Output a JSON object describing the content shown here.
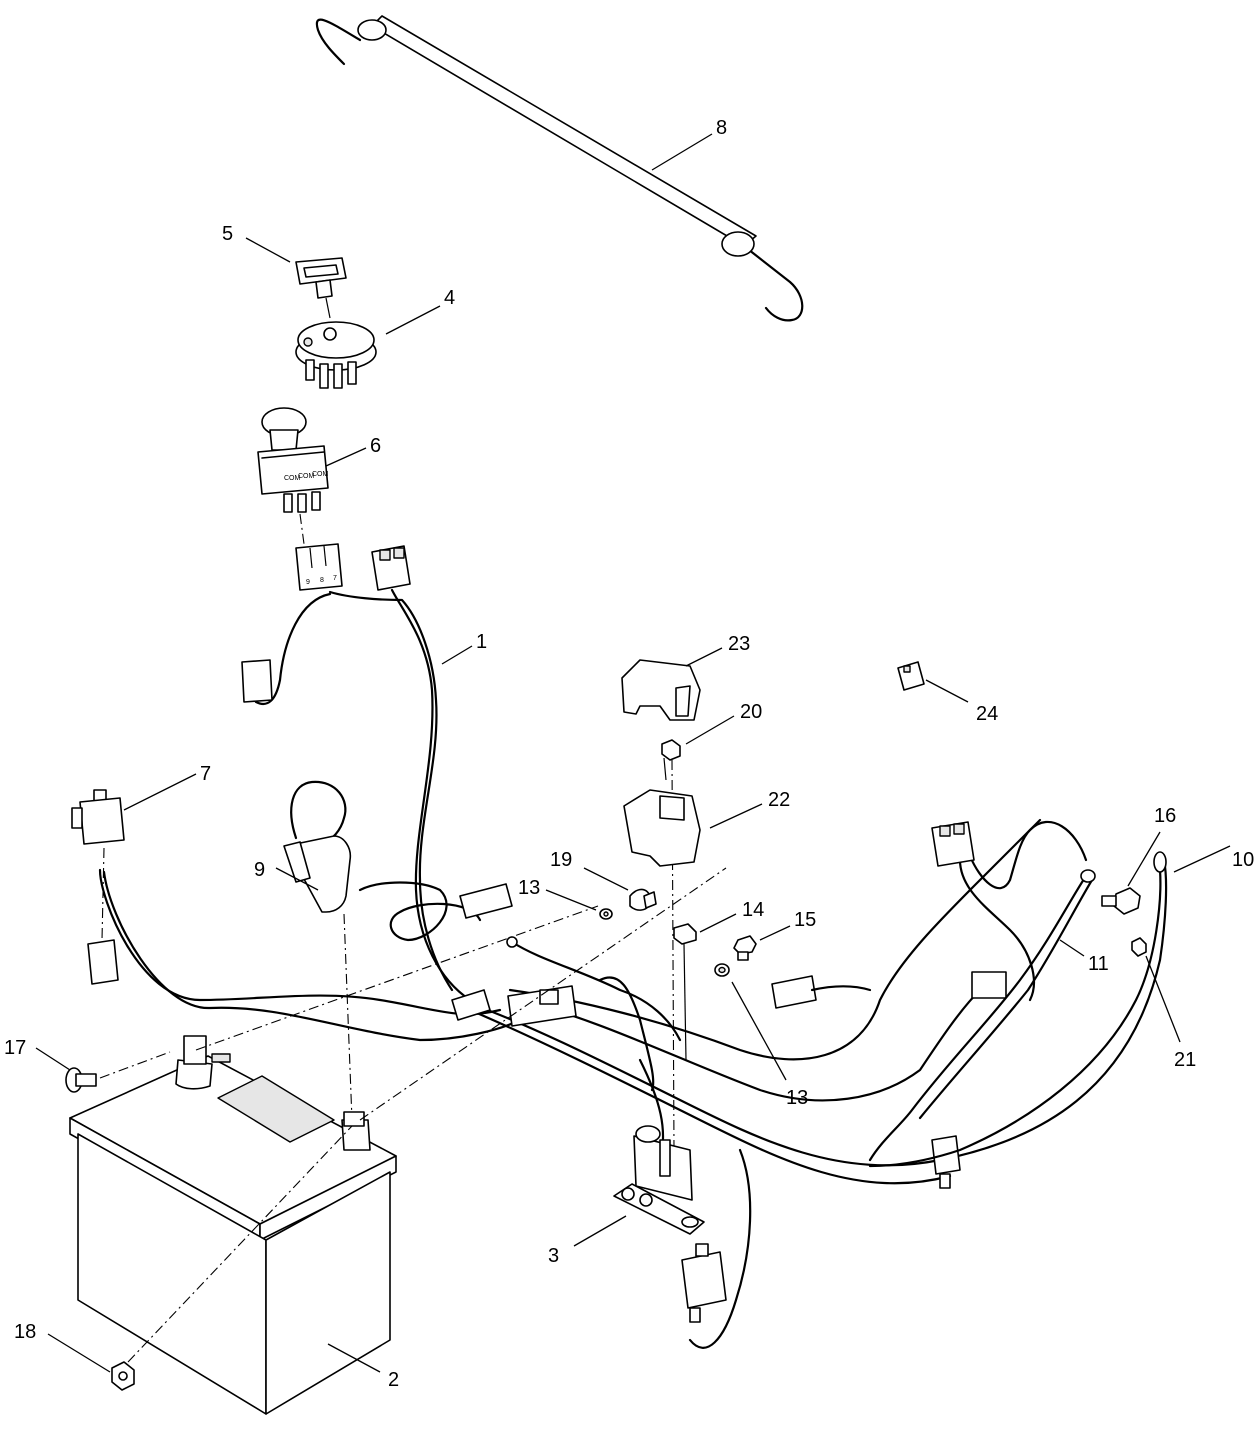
{
  "diagram": {
    "line_color": "#000000",
    "background": "#ffffff",
    "callouts": {
      "c1": "1",
      "c2": "2",
      "c3": "3",
      "c4": "4",
      "c5": "5",
      "c6": "6",
      "c7": "7",
      "c8": "8",
      "c9": "9",
      "c10": "10",
      "c11": "11",
      "c13a": "13",
      "c13b": "13",
      "c14": "14",
      "c15": "15",
      "c16": "16",
      "c17": "17",
      "c18": "18",
      "c19": "19",
      "c20": "20",
      "c21": "21",
      "c22": "22",
      "c23": "23",
      "c24": "24"
    },
    "switch_terminal_labels": {
      "t1": "COM",
      "t2": "COM",
      "t3": "COM"
    },
    "connector_pin_labels": {
      "p1": "9",
      "p2": "8",
      "p3": "7"
    }
  }
}
